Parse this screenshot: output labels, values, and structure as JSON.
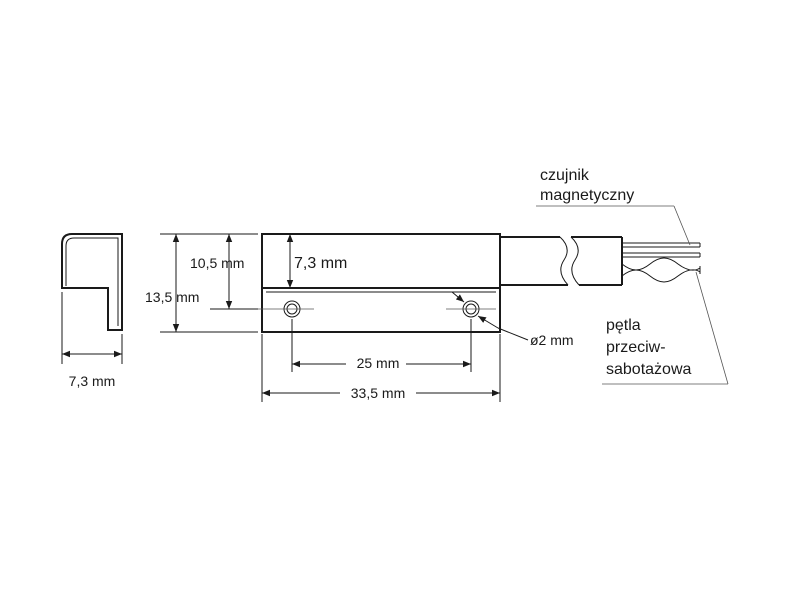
{
  "labels": {
    "side_width": "7,3 mm",
    "height_total": "13,5 mm",
    "height_mount": "10,5 mm",
    "height_upper": "7,3 mm",
    "hole_spacing": "25 mm",
    "length_total": "33,5 mm",
    "hole_diameter": "ø2 mm",
    "sensor_line1": "czujnik",
    "sensor_line2": "magnetyczny",
    "tamper_line1": "pętla",
    "tamper_line2": "przeciw-",
    "tamper_line3": "sabotażowa"
  },
  "colors": {
    "line": "#1a1a1a",
    "background": "#ffffff"
  }
}
